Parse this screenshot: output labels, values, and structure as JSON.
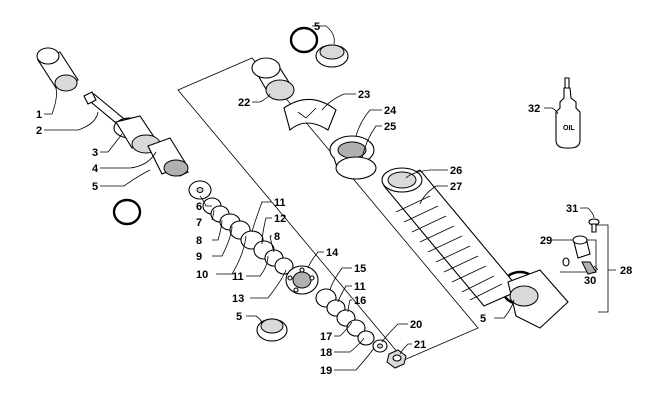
{
  "diagram": {
    "callouts": {
      "c1": "1",
      "c2": "2",
      "c3": "3",
      "c4": "4",
      "c5a": "5",
      "c5b": "5",
      "c5c": "5",
      "c5d": "5",
      "c6": "6",
      "c7": "7",
      "c8a": "8",
      "c8b": "8",
      "c9": "9",
      "c10": "10",
      "c11a": "11",
      "c11b": "11",
      "c11c": "11",
      "c12": "12",
      "c13": "13",
      "c14": "14",
      "c15": "15",
      "c16": "16",
      "c17": "17",
      "c18": "18",
      "c19": "19",
      "c20": "20",
      "c21": "21",
      "c22": "22",
      "c23": "23",
      "c24": "24",
      "c25": "25",
      "c26": "26",
      "c27": "27",
      "c28": "28",
      "c29": "29",
      "c30": "30",
      "c31": "31",
      "c32": "32"
    },
    "oil_bottle_label": "OIL"
  }
}
